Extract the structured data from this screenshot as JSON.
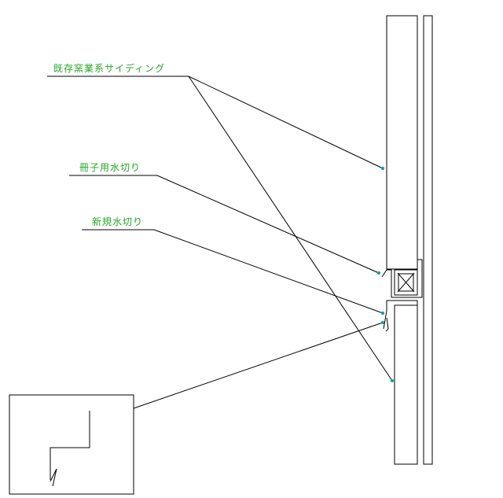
{
  "labels": {
    "existing_siding": "既存窯業系サイディング",
    "sash_flashing": "冊子用水切り",
    "new_flashing": "新規水切り"
  },
  "colors": {
    "label_text": "#22aa22",
    "marker": "#00a3a3",
    "line": "#000000"
  }
}
